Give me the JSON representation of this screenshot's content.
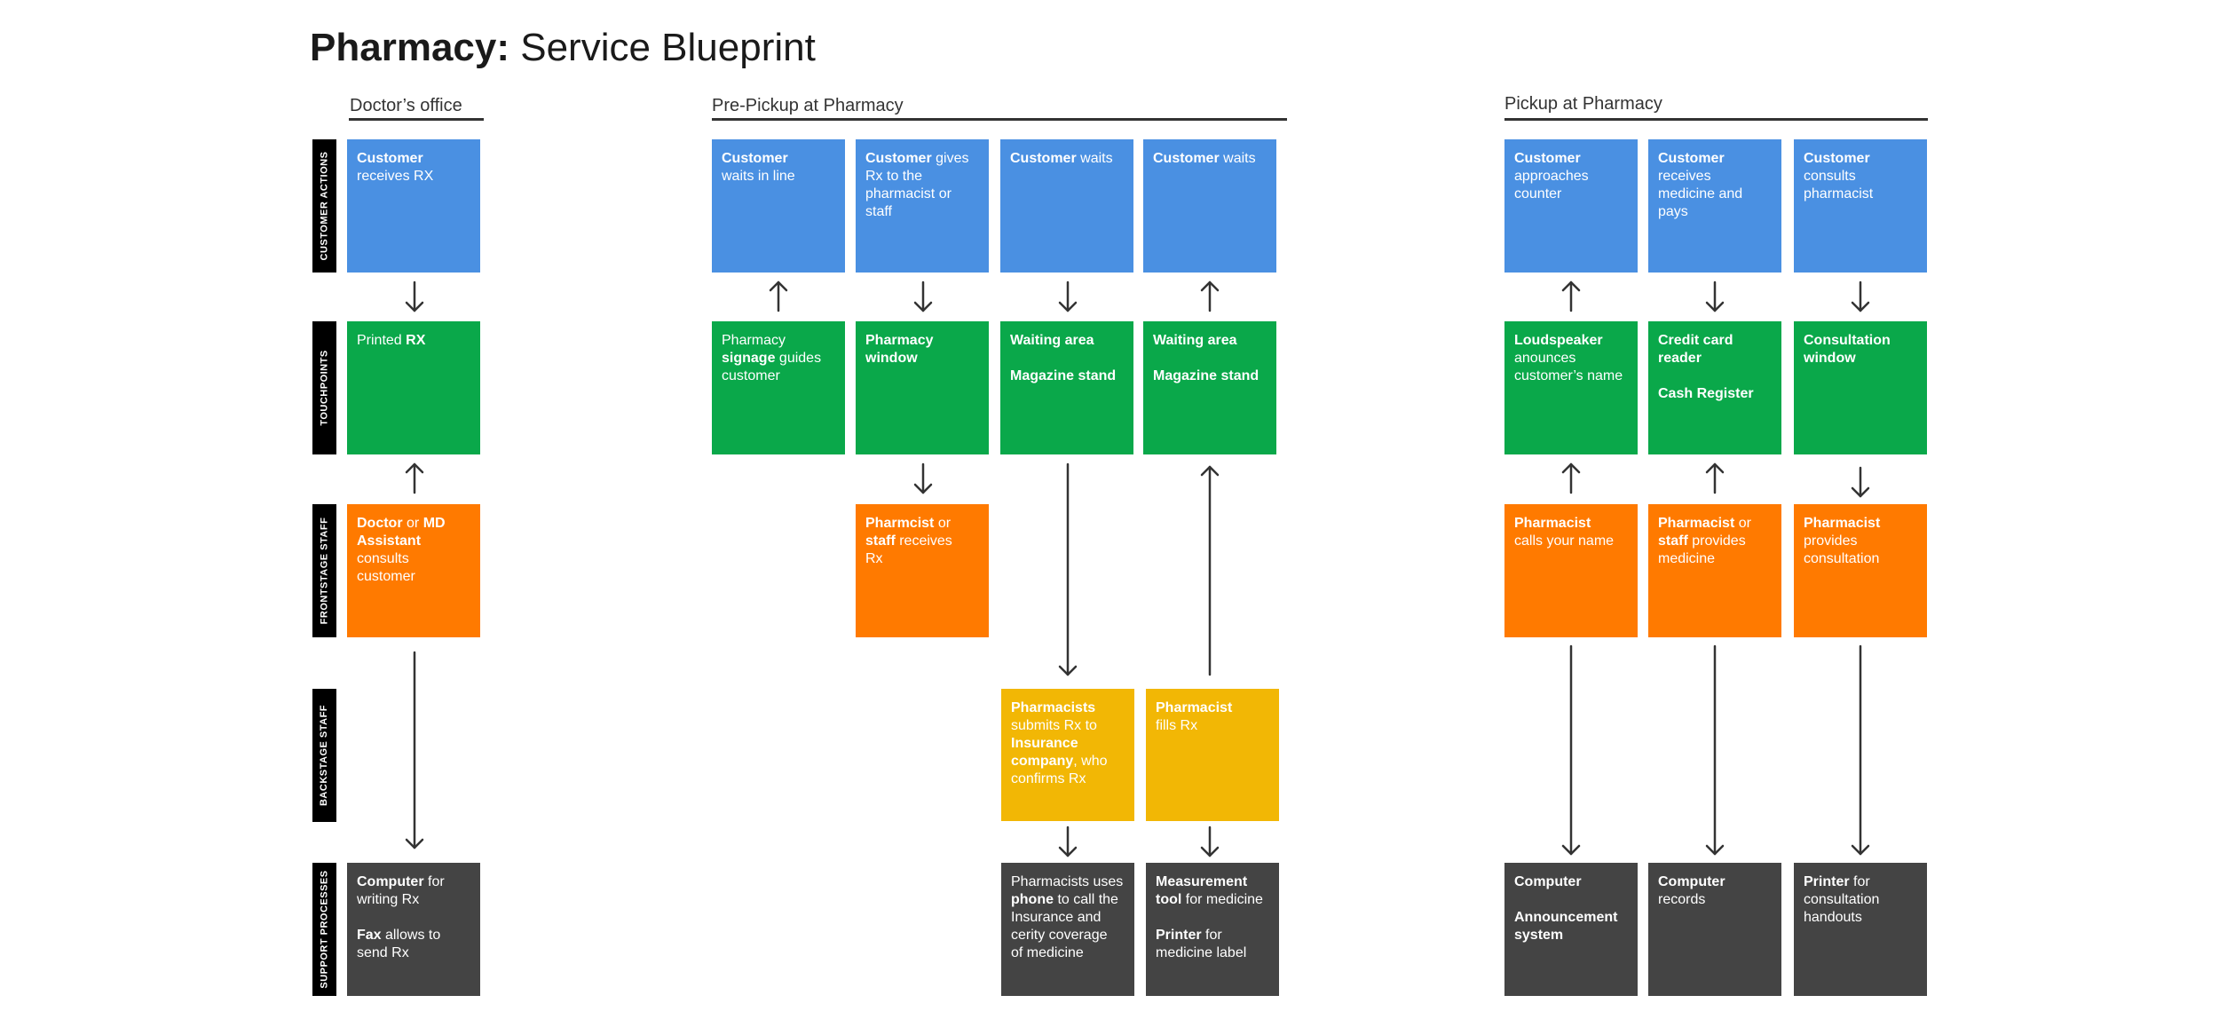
{
  "title": {
    "bold": "Pharmacy:",
    "rest": " Service Blueprint"
  },
  "sections": [
    {
      "id": "doctor",
      "label": "Doctor’s office"
    },
    {
      "id": "pre",
      "label": "Pre-Pickup at Pharmacy"
    },
    {
      "id": "pickup",
      "label": "Pickup at Pharmacy"
    }
  ],
  "lanes": [
    "CUSTOMER ACTIONS",
    "TOUCHPOINTS",
    "FRONTSTAGE STAFF",
    "BACKSTAGE STAFF",
    "SUPPORT PROCESSES"
  ],
  "colors": {
    "customer_actions": "#4a90e2",
    "touchpoints": "#0aa84a",
    "frontstage": "#ff7a00",
    "backstage": "#f2b705",
    "support": "#444444"
  },
  "cards": [
    {
      "id": "c-doc-cust",
      "lines": [
        [
          [
            "Customer",
            true
          ]
        ],
        [
          [
            "receives RX",
            false
          ]
        ]
      ]
    },
    {
      "id": "c-doc-touch",
      "lines": [
        [
          [
            "Printed ",
            false
          ],
          [
            "RX",
            true
          ]
        ]
      ]
    },
    {
      "id": "c-doc-front",
      "lines": [
        [
          [
            "Doctor",
            true
          ],
          [
            " or ",
            false
          ],
          [
            "MD",
            true
          ]
        ],
        [
          [
            "Assistant",
            true
          ],
          [
            " consults",
            false
          ]
        ],
        [
          [
            "customer",
            false
          ]
        ]
      ]
    },
    {
      "id": "c-doc-support",
      "lines": [
        [
          [
            "Computer",
            true
          ],
          [
            " for",
            false
          ]
        ],
        [
          [
            "writing Rx",
            false
          ]
        ],
        [],
        [
          [
            "Fax",
            true
          ],
          [
            " allows to",
            false
          ]
        ],
        [
          [
            "send Rx",
            false
          ]
        ]
      ]
    },
    {
      "id": "c-pre1-cust",
      "lines": [
        [
          [
            "Customer",
            true
          ]
        ],
        [
          [
            "waits in line",
            false
          ]
        ]
      ]
    },
    {
      "id": "c-pre2-cust",
      "lines": [
        [
          [
            "Customer",
            true
          ],
          [
            " gives",
            false
          ]
        ],
        [
          [
            "Rx to the",
            false
          ]
        ],
        [
          [
            "pharmacist or",
            false
          ]
        ],
        [
          [
            "staff",
            false
          ]
        ]
      ]
    },
    {
      "id": "c-pre3-cust",
      "lines": [
        [
          [
            "Customer",
            true
          ],
          [
            " waits",
            false
          ]
        ]
      ]
    },
    {
      "id": "c-pre4-cust",
      "lines": [
        [
          [
            "Customer",
            true
          ],
          [
            " waits",
            false
          ]
        ]
      ]
    },
    {
      "id": "c-pre1-touch",
      "lines": [
        [
          [
            "Pharmacy",
            false
          ]
        ],
        [
          [
            "signage",
            true
          ],
          [
            " guides",
            false
          ]
        ],
        [
          [
            "customer",
            false
          ]
        ]
      ]
    },
    {
      "id": "c-pre2-touch",
      "lines": [
        [
          [
            "Pharmacy",
            true
          ]
        ],
        [
          [
            "window",
            true
          ]
        ]
      ]
    },
    {
      "id": "c-pre3-touch",
      "lines": [
        [
          [
            "Waiting area",
            true
          ]
        ],
        [],
        [
          [
            "Magazine stand",
            true
          ]
        ]
      ]
    },
    {
      "id": "c-pre4-touch",
      "lines": [
        [
          [
            "Waiting area",
            true
          ]
        ],
        [],
        [
          [
            "Magazine stand",
            true
          ]
        ]
      ]
    },
    {
      "id": "c-pre2-front",
      "lines": [
        [
          [
            "Pharmcist",
            true
          ],
          [
            " or",
            false
          ]
        ],
        [
          [
            "staff",
            true
          ],
          [
            " receives",
            false
          ]
        ],
        [
          [
            "Rx",
            false
          ]
        ]
      ]
    },
    {
      "id": "c-pre3-back",
      "lines": [
        [
          [
            "Pharmacists",
            true
          ]
        ],
        [
          [
            "submits Rx to",
            false
          ]
        ],
        [
          [
            "Insurance",
            true
          ]
        ],
        [
          [
            "company",
            true
          ],
          [
            ", who",
            false
          ]
        ],
        [
          [
            "confirms Rx",
            false
          ]
        ]
      ]
    },
    {
      "id": "c-pre4-back",
      "lines": [
        [
          [
            "Pharmacist",
            true
          ]
        ],
        [
          [
            "fills Rx",
            false
          ]
        ]
      ]
    },
    {
      "id": "c-pre3-support",
      "lines": [
        [
          [
            "Pharmacists uses",
            false
          ]
        ],
        [
          [
            "phone",
            true
          ],
          [
            " to call the",
            false
          ]
        ],
        [
          [
            "Insurance and",
            false
          ]
        ],
        [
          [
            "cerity coverage",
            false
          ]
        ],
        [
          [
            "of medicine",
            false
          ]
        ]
      ]
    },
    {
      "id": "c-pre4-support",
      "lines": [
        [
          [
            "Measurement",
            true
          ]
        ],
        [
          [
            "tool",
            true
          ],
          [
            " for medicine",
            false
          ]
        ],
        [],
        [
          [
            "Printer",
            true
          ],
          [
            " for",
            false
          ]
        ],
        [
          [
            "medicine label",
            false
          ]
        ]
      ]
    },
    {
      "id": "c-pk1-cust",
      "lines": [
        [
          [
            "Customer",
            true
          ]
        ],
        [
          [
            "approaches",
            false
          ]
        ],
        [
          [
            "counter",
            false
          ]
        ]
      ]
    },
    {
      "id": "c-pk2-cust",
      "lines": [
        [
          [
            "Customer",
            true
          ],
          [
            " receives",
            false
          ]
        ],
        [
          [
            "medicine and pays",
            false
          ]
        ]
      ]
    },
    {
      "id": "c-pk3-cust",
      "lines": [
        [
          [
            "Customer",
            true
          ]
        ],
        [
          [
            "consults",
            false
          ]
        ],
        [
          [
            "pharmacist",
            false
          ]
        ]
      ]
    },
    {
      "id": "c-pk1-touch",
      "lines": [
        [
          [
            "Loudspeaker",
            true
          ]
        ],
        [
          [
            "anounces",
            false
          ]
        ],
        [
          [
            "customer’s name",
            false
          ]
        ]
      ]
    },
    {
      "id": "c-pk2-touch",
      "lines": [
        [
          [
            "Credit card",
            true
          ]
        ],
        [
          [
            "reader",
            true
          ]
        ],
        [],
        [
          [
            "Cash Register",
            true
          ]
        ]
      ]
    },
    {
      "id": "c-pk3-touch",
      "lines": [
        [
          [
            "Consultation",
            true
          ]
        ],
        [
          [
            "window",
            true
          ]
        ]
      ]
    },
    {
      "id": "c-pk1-front",
      "lines": [
        [
          [
            "Pharmacist",
            true
          ]
        ],
        [
          [
            "calls your name",
            false
          ]
        ]
      ]
    },
    {
      "id": "c-pk2-front",
      "lines": [
        [
          [
            "Pharmacist",
            true
          ],
          [
            " or",
            false
          ]
        ],
        [
          [
            "staff",
            true
          ],
          [
            " provides",
            false
          ]
        ],
        [
          [
            "medicine",
            false
          ]
        ]
      ]
    },
    {
      "id": "c-pk3-front",
      "lines": [
        [
          [
            "Pharmacist",
            true
          ]
        ],
        [
          [
            "provides",
            false
          ]
        ],
        [
          [
            "consultation",
            false
          ]
        ]
      ]
    },
    {
      "id": "c-pk1-support",
      "lines": [
        [
          [
            "Computer",
            true
          ]
        ],
        [],
        [
          [
            "Announcement",
            true
          ]
        ],
        [
          [
            "system",
            true
          ]
        ]
      ]
    },
    {
      "id": "c-pk2-support",
      "lines": [
        [
          [
            "Computer",
            true
          ]
        ],
        [
          [
            "records",
            false
          ]
        ]
      ]
    },
    {
      "id": "c-pk3-support",
      "lines": [
        [
          [
            "Printer",
            true
          ],
          [
            " for",
            false
          ]
        ],
        [
          [
            "consultation",
            false
          ]
        ],
        [
          [
            "handouts",
            false
          ]
        ]
      ]
    }
  ]
}
